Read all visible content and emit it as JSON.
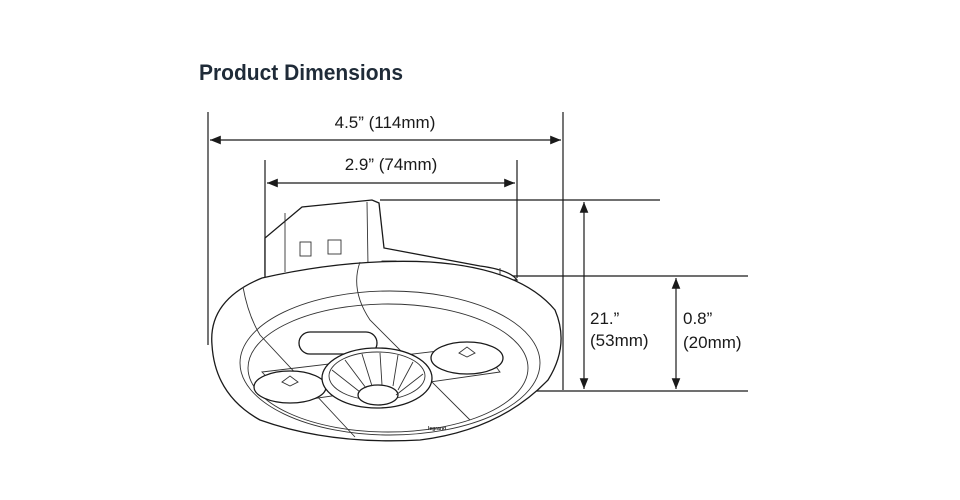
{
  "title": "Product Dimensions",
  "dimensions": {
    "outer_width": "4.5” (114mm)",
    "inner_width": "2.9” (74mm)",
    "total_height_in": "21.”",
    "total_height_mm": "(53mm)",
    "face_height_in": "0.8”",
    "face_height_mm": "(20mm)"
  },
  "device": {
    "logo": "legrand"
  }
}
